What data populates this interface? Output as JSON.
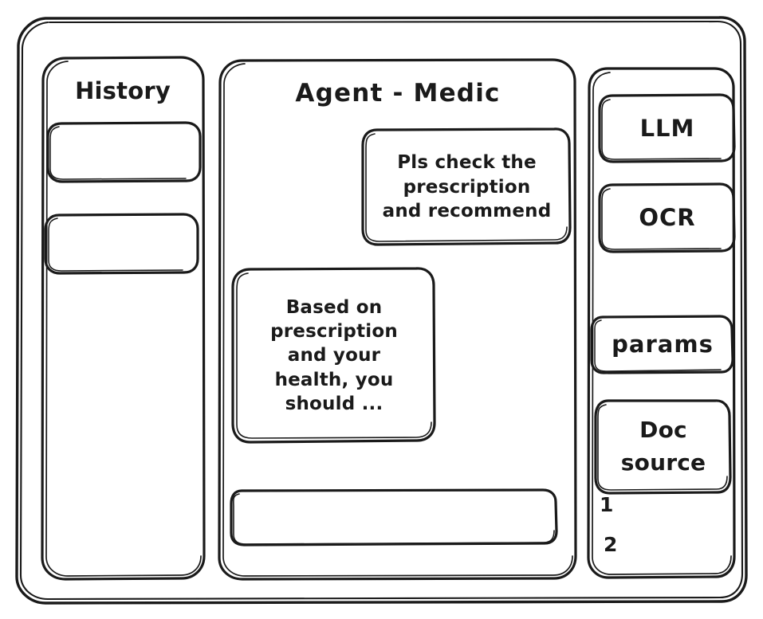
{
  "window": {
    "name": "hand-drawn-wireframe-frame"
  },
  "sidebar_left": {
    "title": "History",
    "items": [
      {
        "label": ""
      },
      {
        "label": ""
      }
    ]
  },
  "main": {
    "title": "Agent - Medic",
    "messages": [
      {
        "role": "user",
        "text": "Pls check the\nprescription\nand recommend"
      },
      {
        "role": "assistant",
        "text": "Based on\nprescription\nand your\nhealth, you\nshould ..."
      }
    ],
    "composer": {
      "value": "",
      "placeholder": ""
    }
  },
  "sidebar_right": {
    "tools": [
      {
        "label": "LLM"
      },
      {
        "label": "OCR"
      },
      {
        "label": "params"
      }
    ],
    "doc_source": {
      "label": "Doc\nsource",
      "items": [
        {
          "label": "1"
        },
        {
          "label": "2"
        }
      ]
    }
  },
  "style": {
    "stroke": "#1a1a1a",
    "background": "#ffffff"
  }
}
